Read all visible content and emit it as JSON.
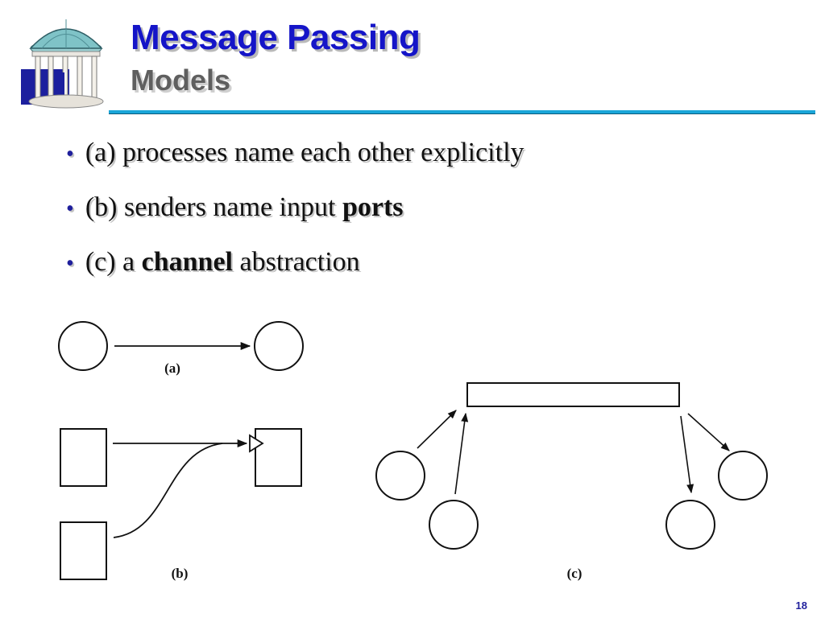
{
  "slide": {
    "title": "Message Passing",
    "subtitle": "Models",
    "page_number": "18"
  },
  "bullets": [
    {
      "prefix": "(a) processes name each other explicitly",
      "bold": "",
      "suffix": ""
    },
    {
      "prefix": "(b) senders name input ",
      "bold": "ports",
      "suffix": ""
    },
    {
      "prefix": "(c) a ",
      "bold": "channel",
      "suffix": " abstraction"
    }
  ],
  "diagram": {
    "label_a": "(a)",
    "label_b": "(b)",
    "label_c": "(c)"
  },
  "icons": {
    "logo": "old-well-rotunda-logo"
  }
}
